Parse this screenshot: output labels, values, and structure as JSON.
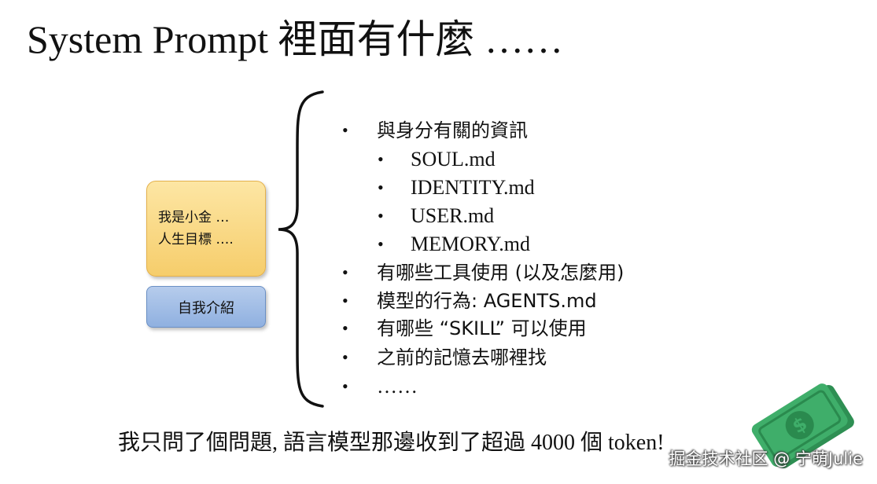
{
  "title": "System Prompt 裡面有什麼 ……",
  "left_boxes": {
    "persona_line1": "我是小金 …",
    "persona_line2": "人生目標 ….",
    "intro_label": "自我介紹"
  },
  "list": [
    {
      "level": 1,
      "text": "與身分有關的資訊"
    },
    {
      "level": 2,
      "text": "SOUL.md"
    },
    {
      "level": 2,
      "text": "IDENTITY.md"
    },
    {
      "level": 2,
      "text": "USER.md"
    },
    {
      "level": 2,
      "text": "MEMORY.md"
    },
    {
      "level": 1,
      "text": "有哪些工具使用 (以及怎麼用)"
    },
    {
      "level": 1,
      "text": "模型的行為: AGENTS.md"
    },
    {
      "level": 1,
      "text": "有哪些 “SKILL” 可以使用"
    },
    {
      "level": 1,
      "text": "之前的記憶去哪裡找"
    },
    {
      "level": 1,
      "text": "……"
    }
  ],
  "bullet_char": "•",
  "bottom_text": "我只問了個問題, 語言模型那邊收到了超過 4000 個 token!",
  "watermark": "掘金技术社区 @ 宁萌Julie",
  "money_symbol": "$",
  "colors": {
    "persona_box": "#f6cd6b",
    "intro_box": "#8fb0e0",
    "money_green": "#3fae6a"
  }
}
